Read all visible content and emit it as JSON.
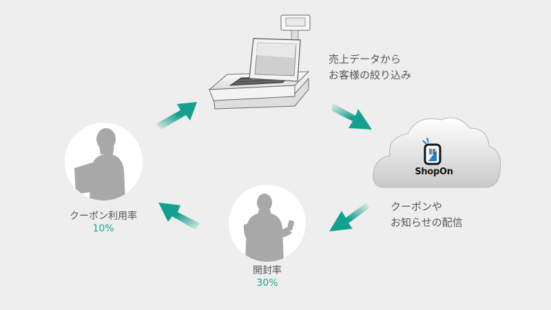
{
  "steps": {
    "register": {
      "icon": "pos-register-icon",
      "caption_line1": "売上データから",
      "caption_line2": "お客様の絞り込み"
    },
    "cloud": {
      "icon": "cloud-icon",
      "logo_text": "ShopOn",
      "caption_line1": "クーポンや",
      "caption_line2": "お知らせの配信"
    },
    "open": {
      "icon": "man-smartphone-icon",
      "label": "開封率",
      "value": "30%"
    },
    "use": {
      "icon": "woman-silhouette-icon",
      "label": "クーポン利用率",
      "value": "10%"
    }
  },
  "colors": {
    "background": "#eeeeee",
    "accent": "#1aa398",
    "arrow": "#14a08f",
    "silhouette": "#a8a8a8",
    "text": "#555555"
  }
}
